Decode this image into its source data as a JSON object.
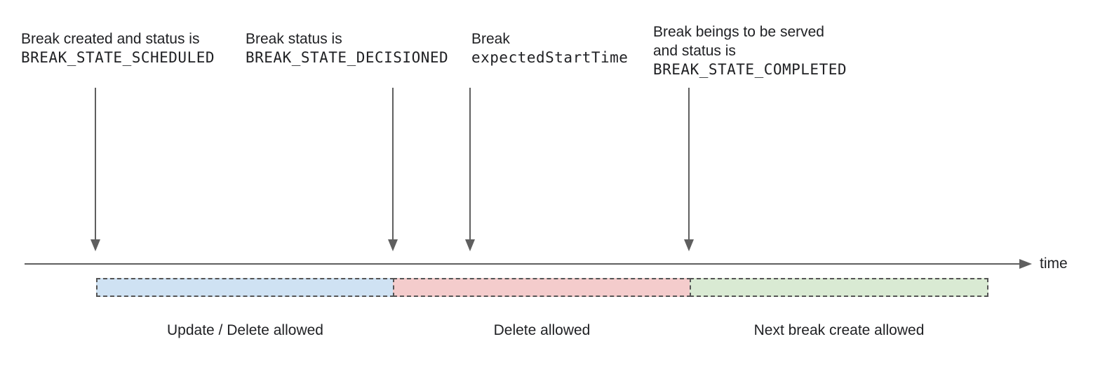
{
  "annotations": [
    {
      "text": "Break created and status is",
      "code": "BREAK_STATE_SCHEDULED"
    },
    {
      "text": "Break status is",
      "code": "BREAK_STATE_DECISIONED"
    },
    {
      "text": "Break",
      "code": "expectedStartTime"
    },
    {
      "text": "Break beings to be served",
      "text2": "and status is",
      "code": "BREAK_STATE_COMPLETED"
    }
  ],
  "timeline": {
    "axis_label": "time"
  },
  "segments": [
    {
      "label": "Update / Delete allowed",
      "fill": "#cfe2f3"
    },
    {
      "label": "Delete allowed",
      "fill": "#f4cccc"
    },
    {
      "label": "Next break create allowed",
      "fill": "#d9ead3"
    }
  ],
  "colors": {
    "line": "#5f5f5f",
    "dashed_border": "#555555",
    "text": "#202124"
  }
}
